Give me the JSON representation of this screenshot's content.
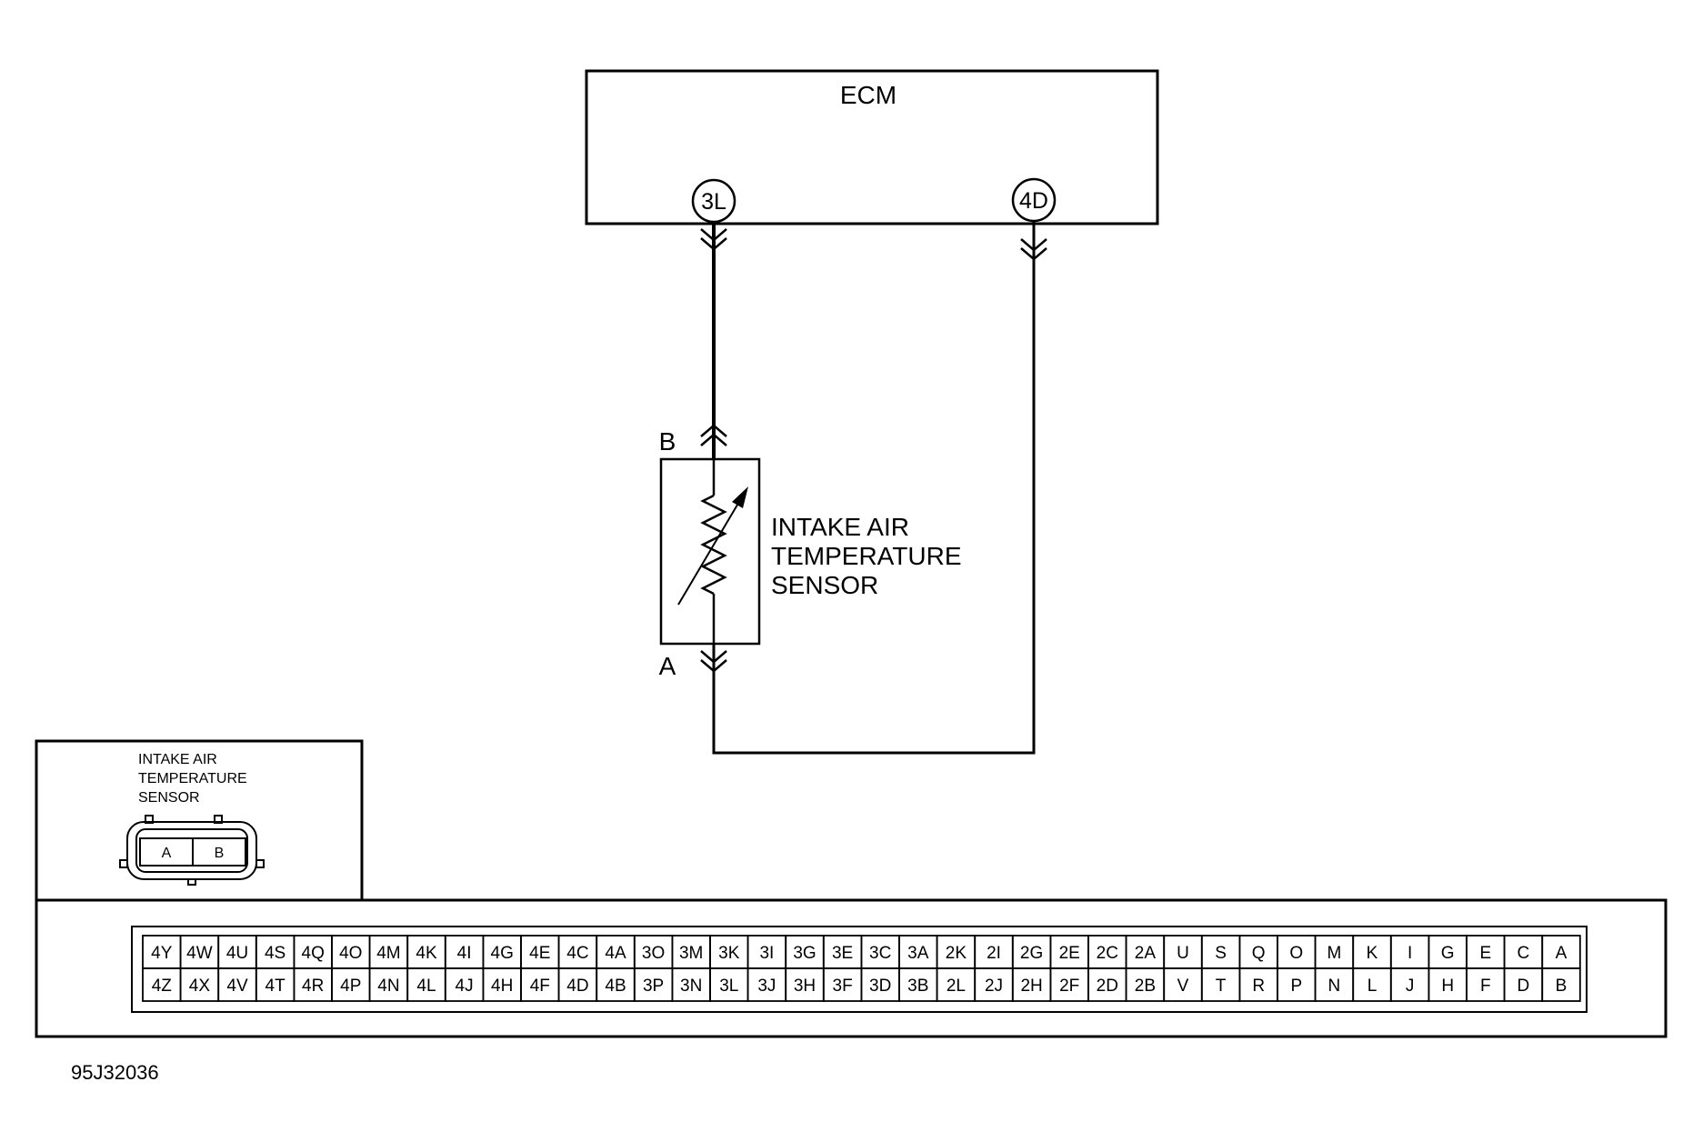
{
  "ecm": {
    "label": "ECM",
    "terminals": [
      "3L",
      "4D"
    ]
  },
  "sensor": {
    "label_lines": [
      "INTAKE AIR",
      "TEMPERATURE",
      "SENSOR"
    ],
    "terminal_top": "B",
    "terminal_bottom": "A"
  },
  "sensor_connector": {
    "label_lines": [
      "INTAKE AIR",
      "TEMPERATURE",
      "SENSOR"
    ],
    "pins": [
      "A",
      "B"
    ]
  },
  "ecm_connector": {
    "top_row": [
      "4Y",
      "4W",
      "4U",
      "4S",
      "4Q",
      "4O",
      "4M",
      "4K",
      "4I",
      "4G",
      "4E",
      "4C",
      "4A",
      "3O",
      "3M",
      "3K",
      "3I",
      "3G",
      "3E",
      "3C",
      "3A",
      "2K",
      "2I",
      "2G",
      "2E",
      "2C",
      "2A",
      "U",
      "S",
      "Q",
      "O",
      "M",
      "K",
      "I",
      "G",
      "E",
      "C",
      "A"
    ],
    "bottom_row": [
      "4Z",
      "4X",
      "4V",
      "4T",
      "4R",
      "4P",
      "4N",
      "4L",
      "4J",
      "4H",
      "4F",
      "4D",
      "4B",
      "3P",
      "3N",
      "3L",
      "3J",
      "3H",
      "3F",
      "3D",
      "3B",
      "2L",
      "2J",
      "2H",
      "2F",
      "2D",
      "2B",
      "V",
      "T",
      "R",
      "P",
      "N",
      "L",
      "J",
      "H",
      "F",
      "D",
      "B"
    ]
  },
  "figure_code": "95J32036"
}
